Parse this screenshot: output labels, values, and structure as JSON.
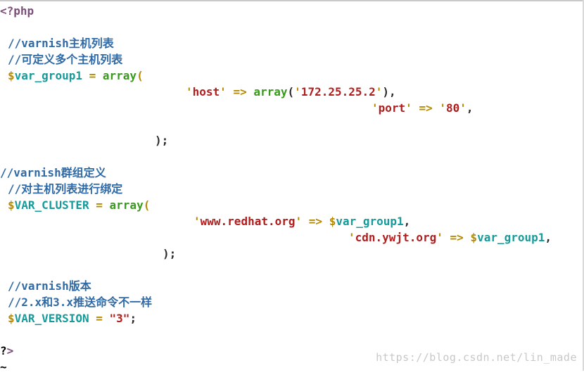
{
  "editor": {
    "lines": [
      {
        "pad": 0,
        "tokens": [
          {
            "t": "<?php",
            "c": "tag"
          }
        ]
      },
      {
        "pad": 0,
        "tokens": []
      },
      {
        "pad": 1,
        "tokens": [
          {
            "t": "//varnish主机列表",
            "c": "comment"
          }
        ]
      },
      {
        "pad": 1,
        "tokens": [
          {
            "t": "//可定义多个主机列表",
            "c": "comment"
          }
        ]
      },
      {
        "pad": 1,
        "tokens": [
          {
            "t": "$",
            "c": "dollar"
          },
          {
            "t": "var_group1",
            "c": "var"
          },
          {
            "t": " ",
            "c": "plain"
          },
          {
            "t": "=",
            "c": "op"
          },
          {
            "t": " ",
            "c": "plain"
          },
          {
            "t": "array",
            "c": "kw"
          },
          {
            "t": "(",
            "c": "op"
          }
        ]
      },
      {
        "pad": 24,
        "tokens": [
          {
            "t": "'",
            "c": "quote"
          },
          {
            "t": "host",
            "c": "str"
          },
          {
            "t": "'",
            "c": "quote"
          },
          {
            "t": " ",
            "c": "plain"
          },
          {
            "t": "=>",
            "c": "op"
          },
          {
            "t": " ",
            "c": "plain"
          },
          {
            "t": "array",
            "c": "kw"
          },
          {
            "t": "(",
            "c": "plain"
          },
          {
            "t": "'",
            "c": "quote"
          },
          {
            "t": "172.25.25.2",
            "c": "str"
          },
          {
            "t": "'",
            "c": "quote"
          },
          {
            "t": "),",
            "c": "plain"
          }
        ]
      },
      {
        "pad": 48,
        "tokens": [
          {
            "t": "'",
            "c": "quote"
          },
          {
            "t": "port",
            "c": "str"
          },
          {
            "t": "'",
            "c": "quote"
          },
          {
            "t": " ",
            "c": "plain"
          },
          {
            "t": "=>",
            "c": "op"
          },
          {
            "t": " ",
            "c": "plain"
          },
          {
            "t": "'",
            "c": "quote"
          },
          {
            "t": "80",
            "c": "str"
          },
          {
            "t": "'",
            "c": "quote"
          },
          {
            "t": ",",
            "c": "plain"
          }
        ]
      },
      {
        "pad": 0,
        "tokens": []
      },
      {
        "pad": 20,
        "tokens": [
          {
            "t": ");",
            "c": "plain"
          }
        ]
      },
      {
        "pad": 0,
        "tokens": []
      },
      {
        "pad": 0,
        "tokens": [
          {
            "t": "//varnish群组定义",
            "c": "comment"
          }
        ]
      },
      {
        "pad": 1,
        "tokens": [
          {
            "t": "//对主机列表进行绑定",
            "c": "comment"
          }
        ]
      },
      {
        "pad": 1,
        "tokens": [
          {
            "t": "$",
            "c": "dollar"
          },
          {
            "t": "VAR_CLUSTER",
            "c": "var"
          },
          {
            "t": " ",
            "c": "plain"
          },
          {
            "t": "=",
            "c": "op"
          },
          {
            "t": " ",
            "c": "plain"
          },
          {
            "t": "array",
            "c": "kw"
          },
          {
            "t": "(",
            "c": "op"
          }
        ]
      },
      {
        "pad": 25,
        "tokens": [
          {
            "t": "'",
            "c": "quote"
          },
          {
            "t": "www.redhat.org",
            "c": "str"
          },
          {
            "t": "'",
            "c": "quote"
          },
          {
            "t": " ",
            "c": "plain"
          },
          {
            "t": "=>",
            "c": "op"
          },
          {
            "t": " ",
            "c": "plain"
          },
          {
            "t": "$",
            "c": "dollar"
          },
          {
            "t": "var_group1",
            "c": "var"
          },
          {
            "t": ",",
            "c": "plain"
          }
        ]
      },
      {
        "pad": 45,
        "tokens": [
          {
            "t": "'",
            "c": "quote"
          },
          {
            "t": "cdn.ywjt.org",
            "c": "str"
          },
          {
            "t": "'",
            "c": "quote"
          },
          {
            "t": " ",
            "c": "plain"
          },
          {
            "t": "=>",
            "c": "op"
          },
          {
            "t": " ",
            "c": "plain"
          },
          {
            "t": "$",
            "c": "dollar"
          },
          {
            "t": "var_group1",
            "c": "var"
          },
          {
            "t": ",",
            "c": "plain"
          }
        ]
      },
      {
        "pad": 21,
        "tokens": [
          {
            "t": ");",
            "c": "plain"
          }
        ]
      },
      {
        "pad": 0,
        "tokens": []
      },
      {
        "pad": 1,
        "tokens": [
          {
            "t": "//varnish版本",
            "c": "comment"
          }
        ]
      },
      {
        "pad": 1,
        "tokens": [
          {
            "t": "//2.x和3.x推送命令不一样",
            "c": "comment"
          }
        ]
      },
      {
        "pad": 1,
        "tokens": [
          {
            "t": "$",
            "c": "dollar"
          },
          {
            "t": "VAR_VERSION",
            "c": "var"
          },
          {
            "t": " ",
            "c": "plain"
          },
          {
            "t": "=",
            "c": "op"
          },
          {
            "t": " ",
            "c": "plain"
          },
          {
            "t": "\"3\"",
            "c": "str"
          },
          {
            "t": ";",
            "c": "plain"
          }
        ]
      },
      {
        "pad": 0,
        "tokens": []
      },
      {
        "pad": 0,
        "tokens": [
          {
            "t": "?",
            "c": "cursor"
          },
          {
            "t": ">",
            "c": "tag"
          }
        ]
      },
      {
        "pad": 0,
        "tokens": [
          {
            "t": "~",
            "c": "tilde"
          }
        ]
      }
    ]
  },
  "watermark": "https://blog.csdn.net/lin_made"
}
